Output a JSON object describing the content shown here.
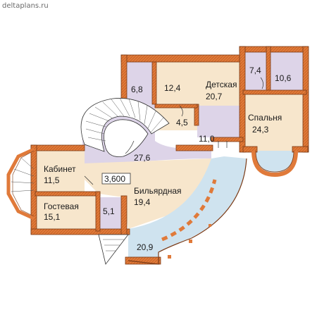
{
  "watermark": "deltaplans.ru",
  "elevation_marker": "3,600",
  "rooms": [
    {
      "id": "stair-niche",
      "name": "",
      "area": "6,8"
    },
    {
      "id": "hall-room",
      "name": "",
      "area": "12,4"
    },
    {
      "id": "childroom",
      "name": "Детская",
      "area": "20,7"
    },
    {
      "id": "closet-a",
      "name": "",
      "area": "7,4"
    },
    {
      "id": "bath-b",
      "name": "",
      "area": "10,6"
    },
    {
      "id": "small-store",
      "name": "",
      "area": "4,5"
    },
    {
      "id": "corridor",
      "name": "",
      "area": "11,0"
    },
    {
      "id": "bedroom",
      "name": "Спальня",
      "area": "24,3"
    },
    {
      "id": "central-hall",
      "name": "",
      "area": "27,6"
    },
    {
      "id": "study",
      "name": "Кабинет",
      "area": "11,5"
    },
    {
      "id": "billiard",
      "name": "Бильярдная",
      "area": "19,4"
    },
    {
      "id": "guest",
      "name": "Гостевая",
      "area": "15,1"
    },
    {
      "id": "wc",
      "name": "",
      "area": "5,1"
    },
    {
      "id": "terrace",
      "name": "",
      "area": "20,9"
    }
  ],
  "colors": {
    "wall": "#e07a3a",
    "wall_outline": "#7a3a16",
    "floor_beige": "#f7e6cc",
    "floor_lilac": "#ddd4e8",
    "floor_blue": "#cfe3ef",
    "text": "#1a1a1a"
  }
}
